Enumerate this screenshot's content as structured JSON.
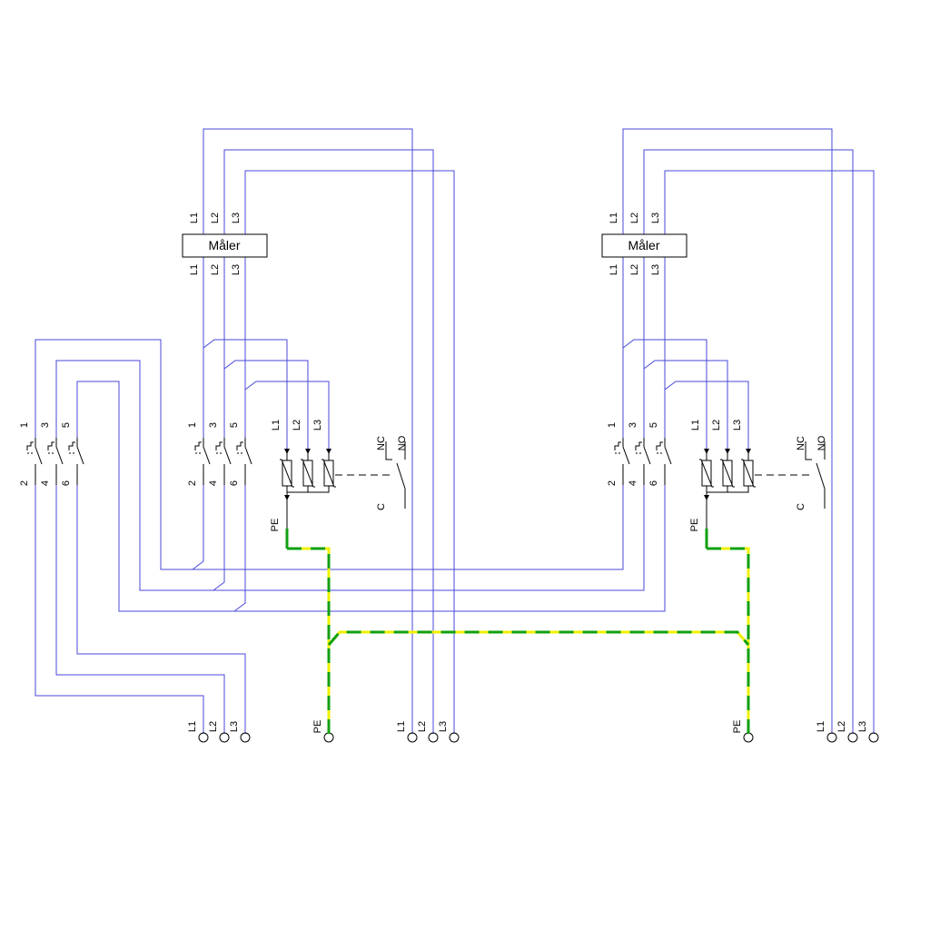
{
  "colors": {
    "wire": "#4848d8",
    "pe_yellow": "#f0f000",
    "pe_green": "#10a010",
    "symbol": "#000000"
  },
  "meter_label": "Måler",
  "phase_labels": [
    "L1",
    "L2",
    "L3"
  ],
  "breaker_top_terminals": [
    "1",
    "3",
    "5"
  ],
  "breaker_bottom_terminals": [
    "2",
    "4",
    "6"
  ],
  "pe_label": "PE",
  "contact_labels": {
    "nc": "NC",
    "no": "NO",
    "c": "C"
  },
  "terminal_groups": [
    {
      "id": "output-left",
      "labels": [
        "L1",
        "L2",
        "L3"
      ]
    },
    {
      "id": "pe-left",
      "labels": [
        "PE"
      ]
    },
    {
      "id": "supply-left",
      "labels": [
        "L1",
        "L2",
        "L3"
      ]
    },
    {
      "id": "pe-right",
      "labels": [
        "PE"
      ]
    },
    {
      "id": "supply-right",
      "labels": [
        "L1",
        "L2",
        "L3"
      ]
    }
  ]
}
